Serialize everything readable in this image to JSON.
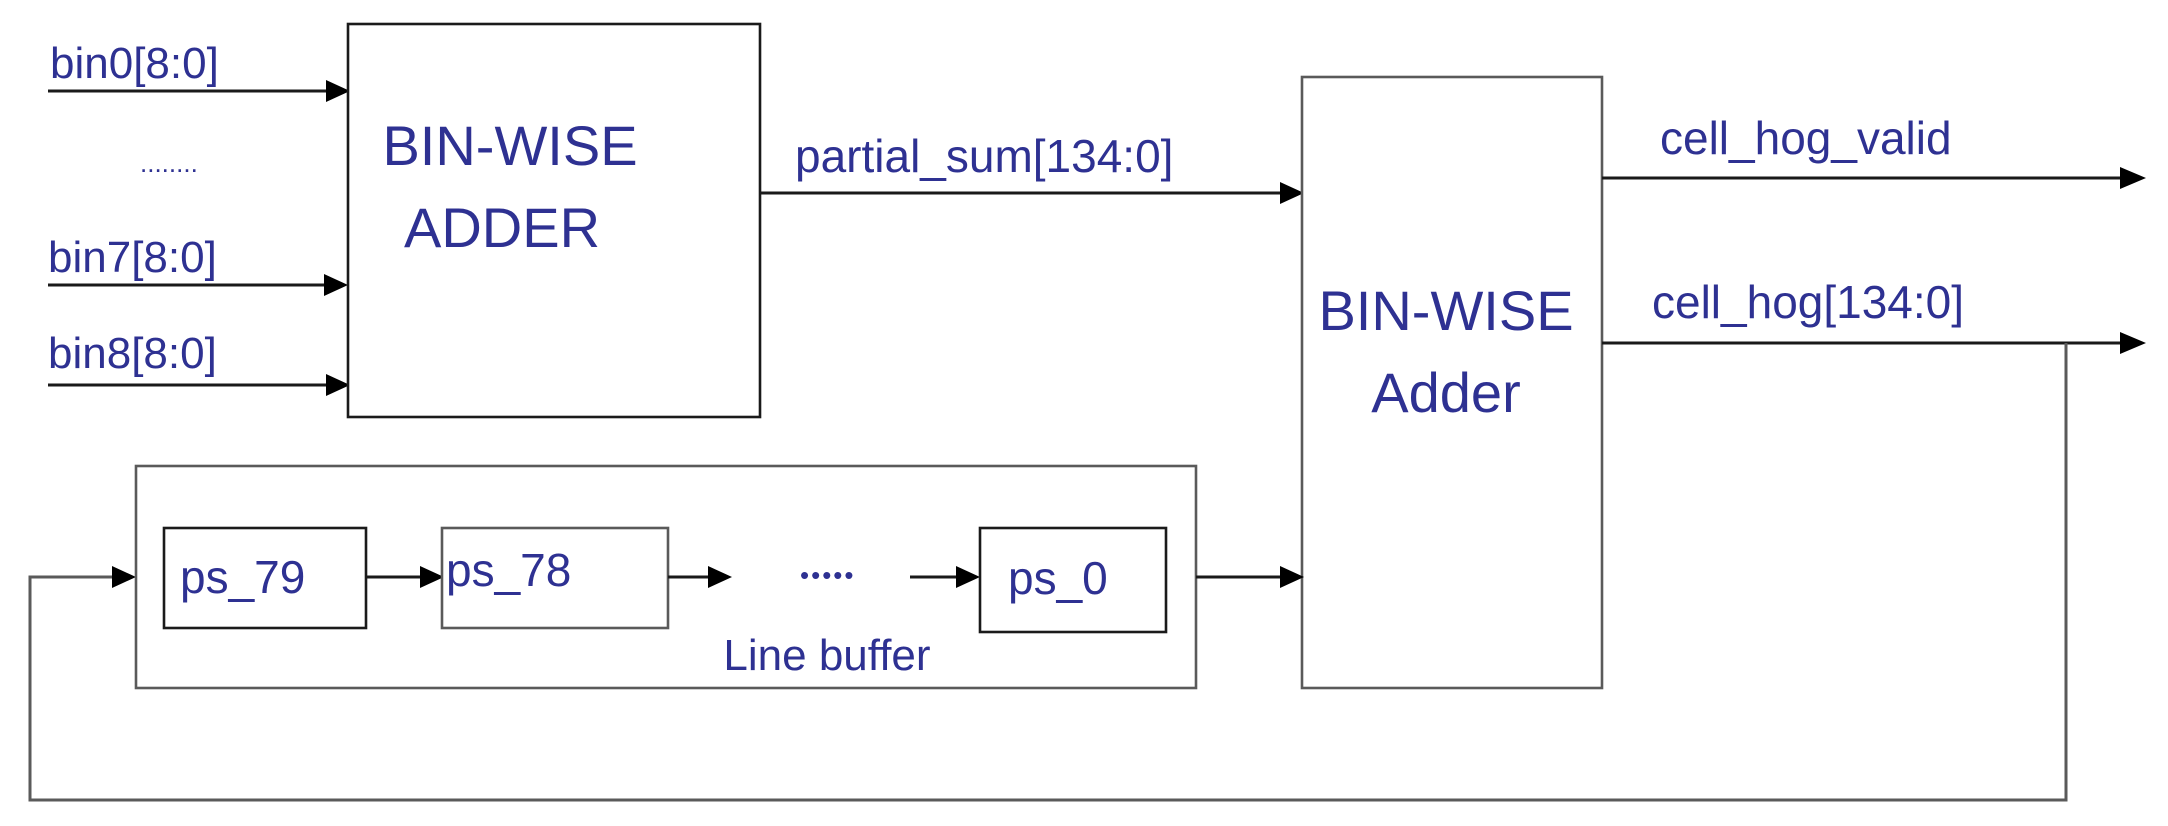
{
  "inputs": {
    "bin0": "bin0[8:0]",
    "ellipsis": "........",
    "bin7": "bin7[8:0]",
    "bin8": "bin8[8:0]"
  },
  "adder1": {
    "line1": "BIN-WISE",
    "line2": "ADDER"
  },
  "adder2": {
    "line1": "BIN-WISE",
    "line2": "Adder"
  },
  "signals": {
    "partial_sum": "partial_sum[134:0]",
    "cell_hog_valid": "cell_hog_valid",
    "cell_hog": "cell_hog[134:0]"
  },
  "line_buffer": {
    "label": "Line buffer",
    "registers": [
      "ps_79",
      "ps_78",
      "ps_0"
    ],
    "dots": "•••••"
  }
}
